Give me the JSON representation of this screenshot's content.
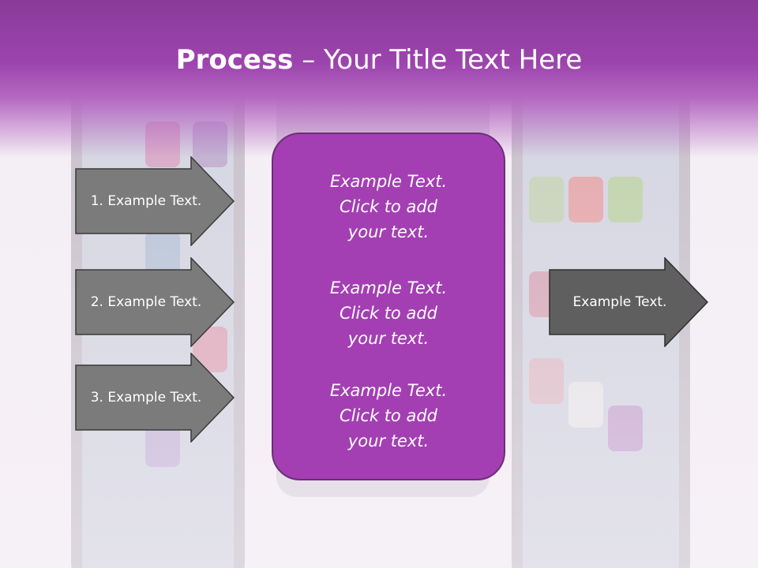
{
  "slide": {
    "title_bold": "Process",
    "title_rest": " – Your Title Text Here",
    "arrows": [
      {
        "label": "1. Example Text."
      },
      {
        "label": "2. Example Text."
      },
      {
        "label": "3. Example Text."
      }
    ],
    "output_arrow": {
      "label": "Example Text."
    },
    "center_box": {
      "paragraphs": [
        {
          "line1": "Example Text.",
          "line2": "Click  to add",
          "line3": "your text."
        },
        {
          "line1": "Example Text.",
          "line2": "Click  to add",
          "line3": "your text."
        },
        {
          "line1": "Example Text.",
          "line2": "Click  to add",
          "line3": "your text."
        }
      ]
    }
  },
  "colors": {
    "header_purple": "#9c44ad",
    "box_purple": "#a33fb3",
    "arrow_gray": "#7b7b7b",
    "output_arrow_gray": "#5f5f5f"
  }
}
